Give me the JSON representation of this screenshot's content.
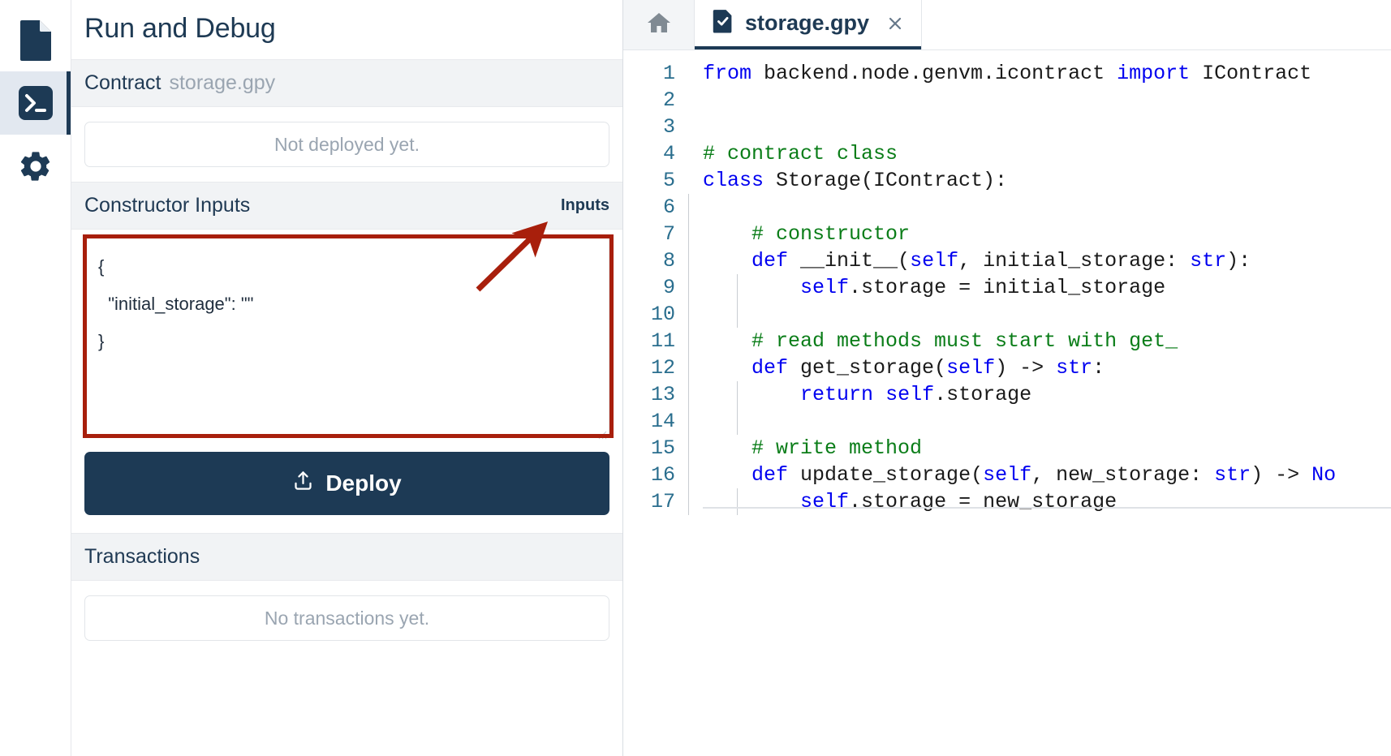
{
  "activity_bar": {
    "items": [
      {
        "name": "file-explorer",
        "icon": "file-icon",
        "active": false
      },
      {
        "name": "run-and-debug",
        "icon": "terminal-icon",
        "active": true
      },
      {
        "name": "settings",
        "icon": "gear-icon",
        "active": false
      }
    ]
  },
  "panel": {
    "title": "Run and Debug",
    "contract": {
      "label": "Contract",
      "filename": "storage.gpy",
      "status": "Not deployed yet."
    },
    "constructor": {
      "label": "Constructor Inputs",
      "right_label": "Inputs",
      "json_value": "{\n  \"initial_storage\": \"\"\n}"
    },
    "deploy_button": {
      "label": "Deploy",
      "icon": "upload-icon"
    },
    "transactions": {
      "label": "Transactions",
      "empty": "No transactions yet."
    }
  },
  "annotation": {
    "color": "#a81f0c",
    "target": "constructor-inputs-editor",
    "points_to": "Inputs"
  },
  "editor": {
    "home_tab": {
      "icon": "home-icon"
    },
    "tab": {
      "icon": "file-check-icon",
      "label": "storage.gpy",
      "close_icon": "close-icon",
      "active": true
    },
    "line_numbers": [
      "1",
      "2",
      "3",
      "4",
      "5",
      "6",
      "7",
      "8",
      "9",
      "10",
      "11",
      "12",
      "13",
      "14",
      "15",
      "16",
      "17"
    ],
    "code": [
      [
        {
          "t": "from ",
          "c": "kw"
        },
        {
          "t": "backend.node.genvm.icontract ",
          "c": "id"
        },
        {
          "t": "import ",
          "c": "kw"
        },
        {
          "t": "IContract",
          "c": "id"
        }
      ],
      [],
      [],
      [
        {
          "t": "# contract class",
          "c": "cm"
        }
      ],
      [
        {
          "t": "class ",
          "c": "kw"
        },
        {
          "t": "Storage(IContract):",
          "c": "id"
        }
      ],
      [],
      [
        {
          "t": "    # constructor",
          "c": "cm"
        }
      ],
      [
        {
          "t": "    ",
          "c": "id"
        },
        {
          "t": "def ",
          "c": "kw"
        },
        {
          "t": "__init__(",
          "c": "id"
        },
        {
          "t": "self",
          "c": "kw"
        },
        {
          "t": ", initial_storage: ",
          "c": "id"
        },
        {
          "t": "str",
          "c": "kw"
        },
        {
          "t": "):",
          "c": "id"
        }
      ],
      [
        {
          "t": "        ",
          "c": "id"
        },
        {
          "t": "self",
          "c": "kw"
        },
        {
          "t": ".storage = initial_storage",
          "c": "id"
        }
      ],
      [],
      [
        {
          "t": "    # read methods must start with get_",
          "c": "cm"
        }
      ],
      [
        {
          "t": "    ",
          "c": "id"
        },
        {
          "t": "def ",
          "c": "kw"
        },
        {
          "t": "get_storage(",
          "c": "id"
        },
        {
          "t": "self",
          "c": "kw"
        },
        {
          "t": ") -> ",
          "c": "id"
        },
        {
          "t": "str",
          "c": "kw"
        },
        {
          "t": ":",
          "c": "id"
        }
      ],
      [
        {
          "t": "        ",
          "c": "id"
        },
        {
          "t": "return ",
          "c": "kw"
        },
        {
          "t": "self",
          "c": "kw"
        },
        {
          "t": ".storage",
          "c": "id"
        }
      ],
      [],
      [
        {
          "t": "    # write method",
          "c": "cm"
        }
      ],
      [
        {
          "t": "    ",
          "c": "id"
        },
        {
          "t": "def ",
          "c": "kw"
        },
        {
          "t": "update_storage(",
          "c": "id"
        },
        {
          "t": "self",
          "c": "kw"
        },
        {
          "t": ", new_storage: ",
          "c": "id"
        },
        {
          "t": "str",
          "c": "kw"
        },
        {
          "t": ") -> ",
          "c": "id"
        },
        {
          "t": "No",
          "c": "kw"
        }
      ],
      [
        {
          "t": "        ",
          "c": "id"
        },
        {
          "t": "self",
          "c": "kw"
        },
        {
          "t": ".storage = new_storage",
          "c": "id"
        }
      ]
    ]
  },
  "colors": {
    "accent": "#1d3a55",
    "keyword": "#0000f0",
    "comment": "#0a7d18",
    "identifier": "#1a1a1a",
    "gutter": "#2a6e8e",
    "annotation": "#a81f0c",
    "muted": "#9aa5b1"
  }
}
